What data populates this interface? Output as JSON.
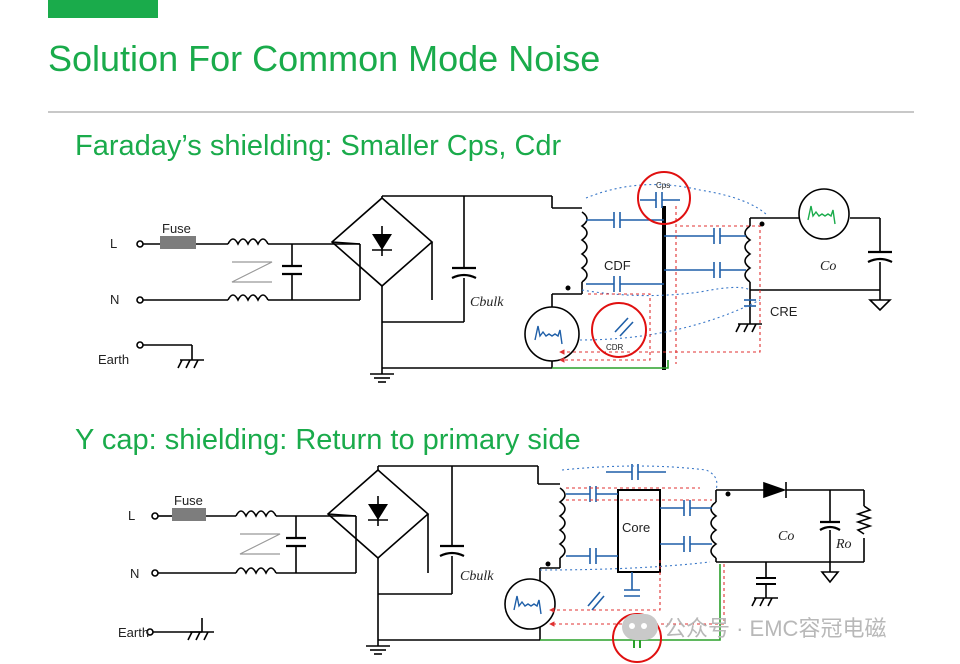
{
  "slide": {
    "title": "Solution For Common Mode Noise",
    "accent_color": "#1aab4b",
    "heading1": "Faraday’s shielding: Smaller Cps, Cdr",
    "heading2": "Y cap: shielding: Return to primary side"
  },
  "diagram1": {
    "line_label": "L",
    "neutral_label": "N",
    "earth_label": "Earth",
    "fuse_label": "Fuse",
    "bulk_cap_label": "Cbulk",
    "cdf_label": "CDF",
    "cps_label": "Cps",
    "cdr_label": "CDR",
    "cre_label": "CRE",
    "output_cap_label": "Co"
  },
  "diagram2": {
    "line_label": "L",
    "neutral_label": "N",
    "earth_label": "Earth",
    "fuse_label": "Fuse",
    "bulk_cap_label": "Cbulk",
    "core_label": "Core",
    "output_cap_label": "Co",
    "load_label": "Ro"
  },
  "colors": {
    "wire": "#000000",
    "component": "#1f5fa8",
    "noise_path_red": "#e03030",
    "noise_path_blue": "#3a78c8",
    "return_path_green": "#2aa02a",
    "highlight_circle": "#e01010",
    "fuse_fill": "#7d7d7d"
  },
  "watermark": {
    "text": "公众号 · EMC容冠电磁"
  }
}
